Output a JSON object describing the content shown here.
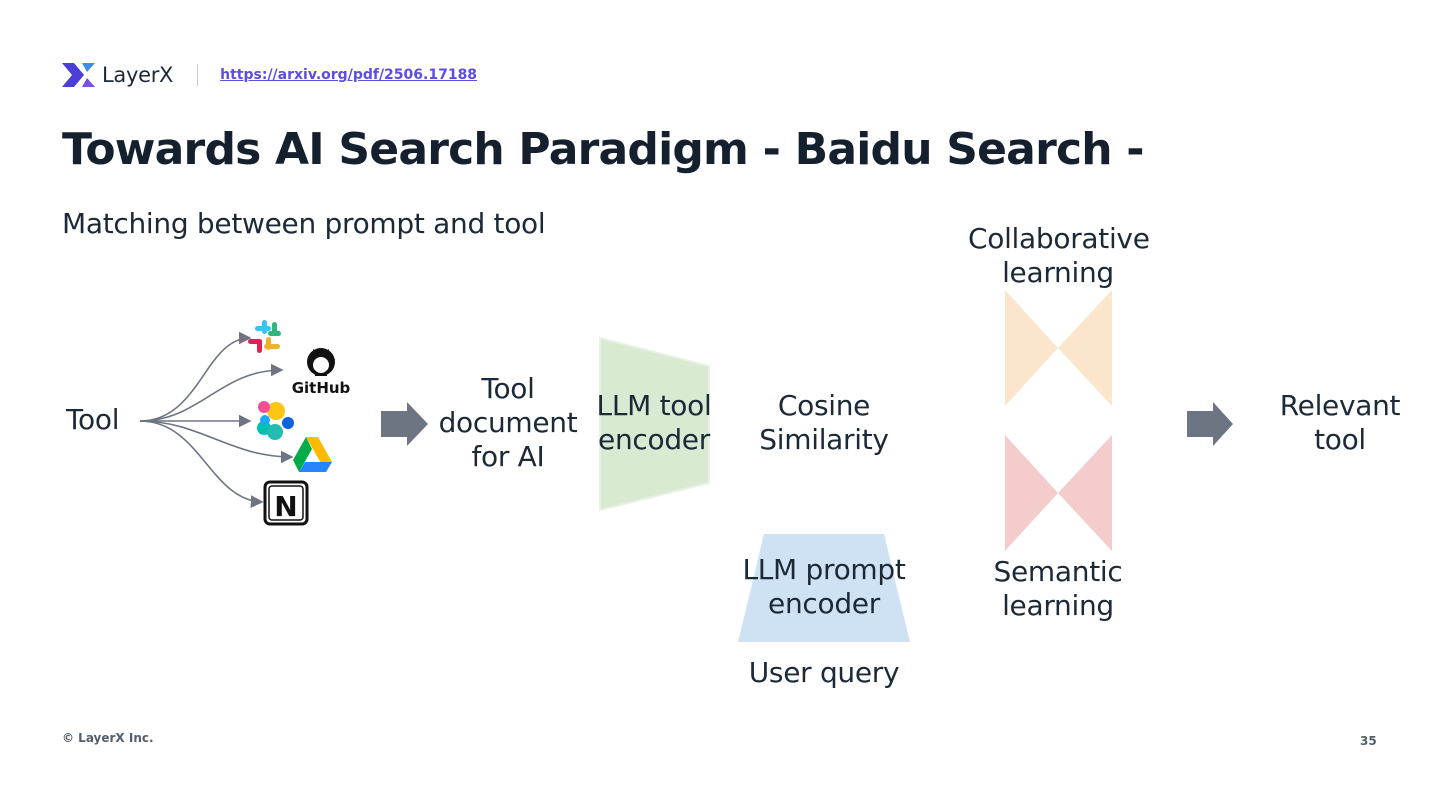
{
  "header": {
    "brand_name": "LayerX",
    "link_text": "https://arxiv.org/pdf/2506.17188",
    "title": "Towards AI Search Paradigm - Baidu Search -",
    "subtitle": "Matching between prompt and tool"
  },
  "diagram": {
    "tool_label": "Tool",
    "tool_icons": [
      "slack-icon",
      "github-icon",
      "elastic-icon",
      "google-drive-icon",
      "notion-icon"
    ],
    "github_text": "GitHub",
    "notion_letter": "N",
    "tool_document_label": [
      "Tool",
      "document",
      "for AI"
    ],
    "tool_encoder_label": [
      "LLM tool",
      "encoder"
    ],
    "cosine_label": [
      "Cosine",
      "Similarity"
    ],
    "prompt_encoder_label": [
      "LLM prompt",
      "encoder"
    ],
    "user_query_label": "User query",
    "collab_label": [
      "Collaborative",
      "learning"
    ],
    "semantic_label": [
      "Semantic",
      "learning"
    ],
    "relevant_label": [
      "Relevant",
      "tool"
    ]
  },
  "colors": {
    "brand_purple": "#5b4ee0",
    "tool_encoder_fill": "#d9ead3",
    "prompt_encoder_fill": "#cfe2f3",
    "collab_fill": "#fce5cd",
    "semantic_fill": "#f4cccc",
    "arrow_gray": "#6e7582"
  },
  "footer": {
    "copyright": "© LayerX Inc.",
    "page_number": "35"
  }
}
